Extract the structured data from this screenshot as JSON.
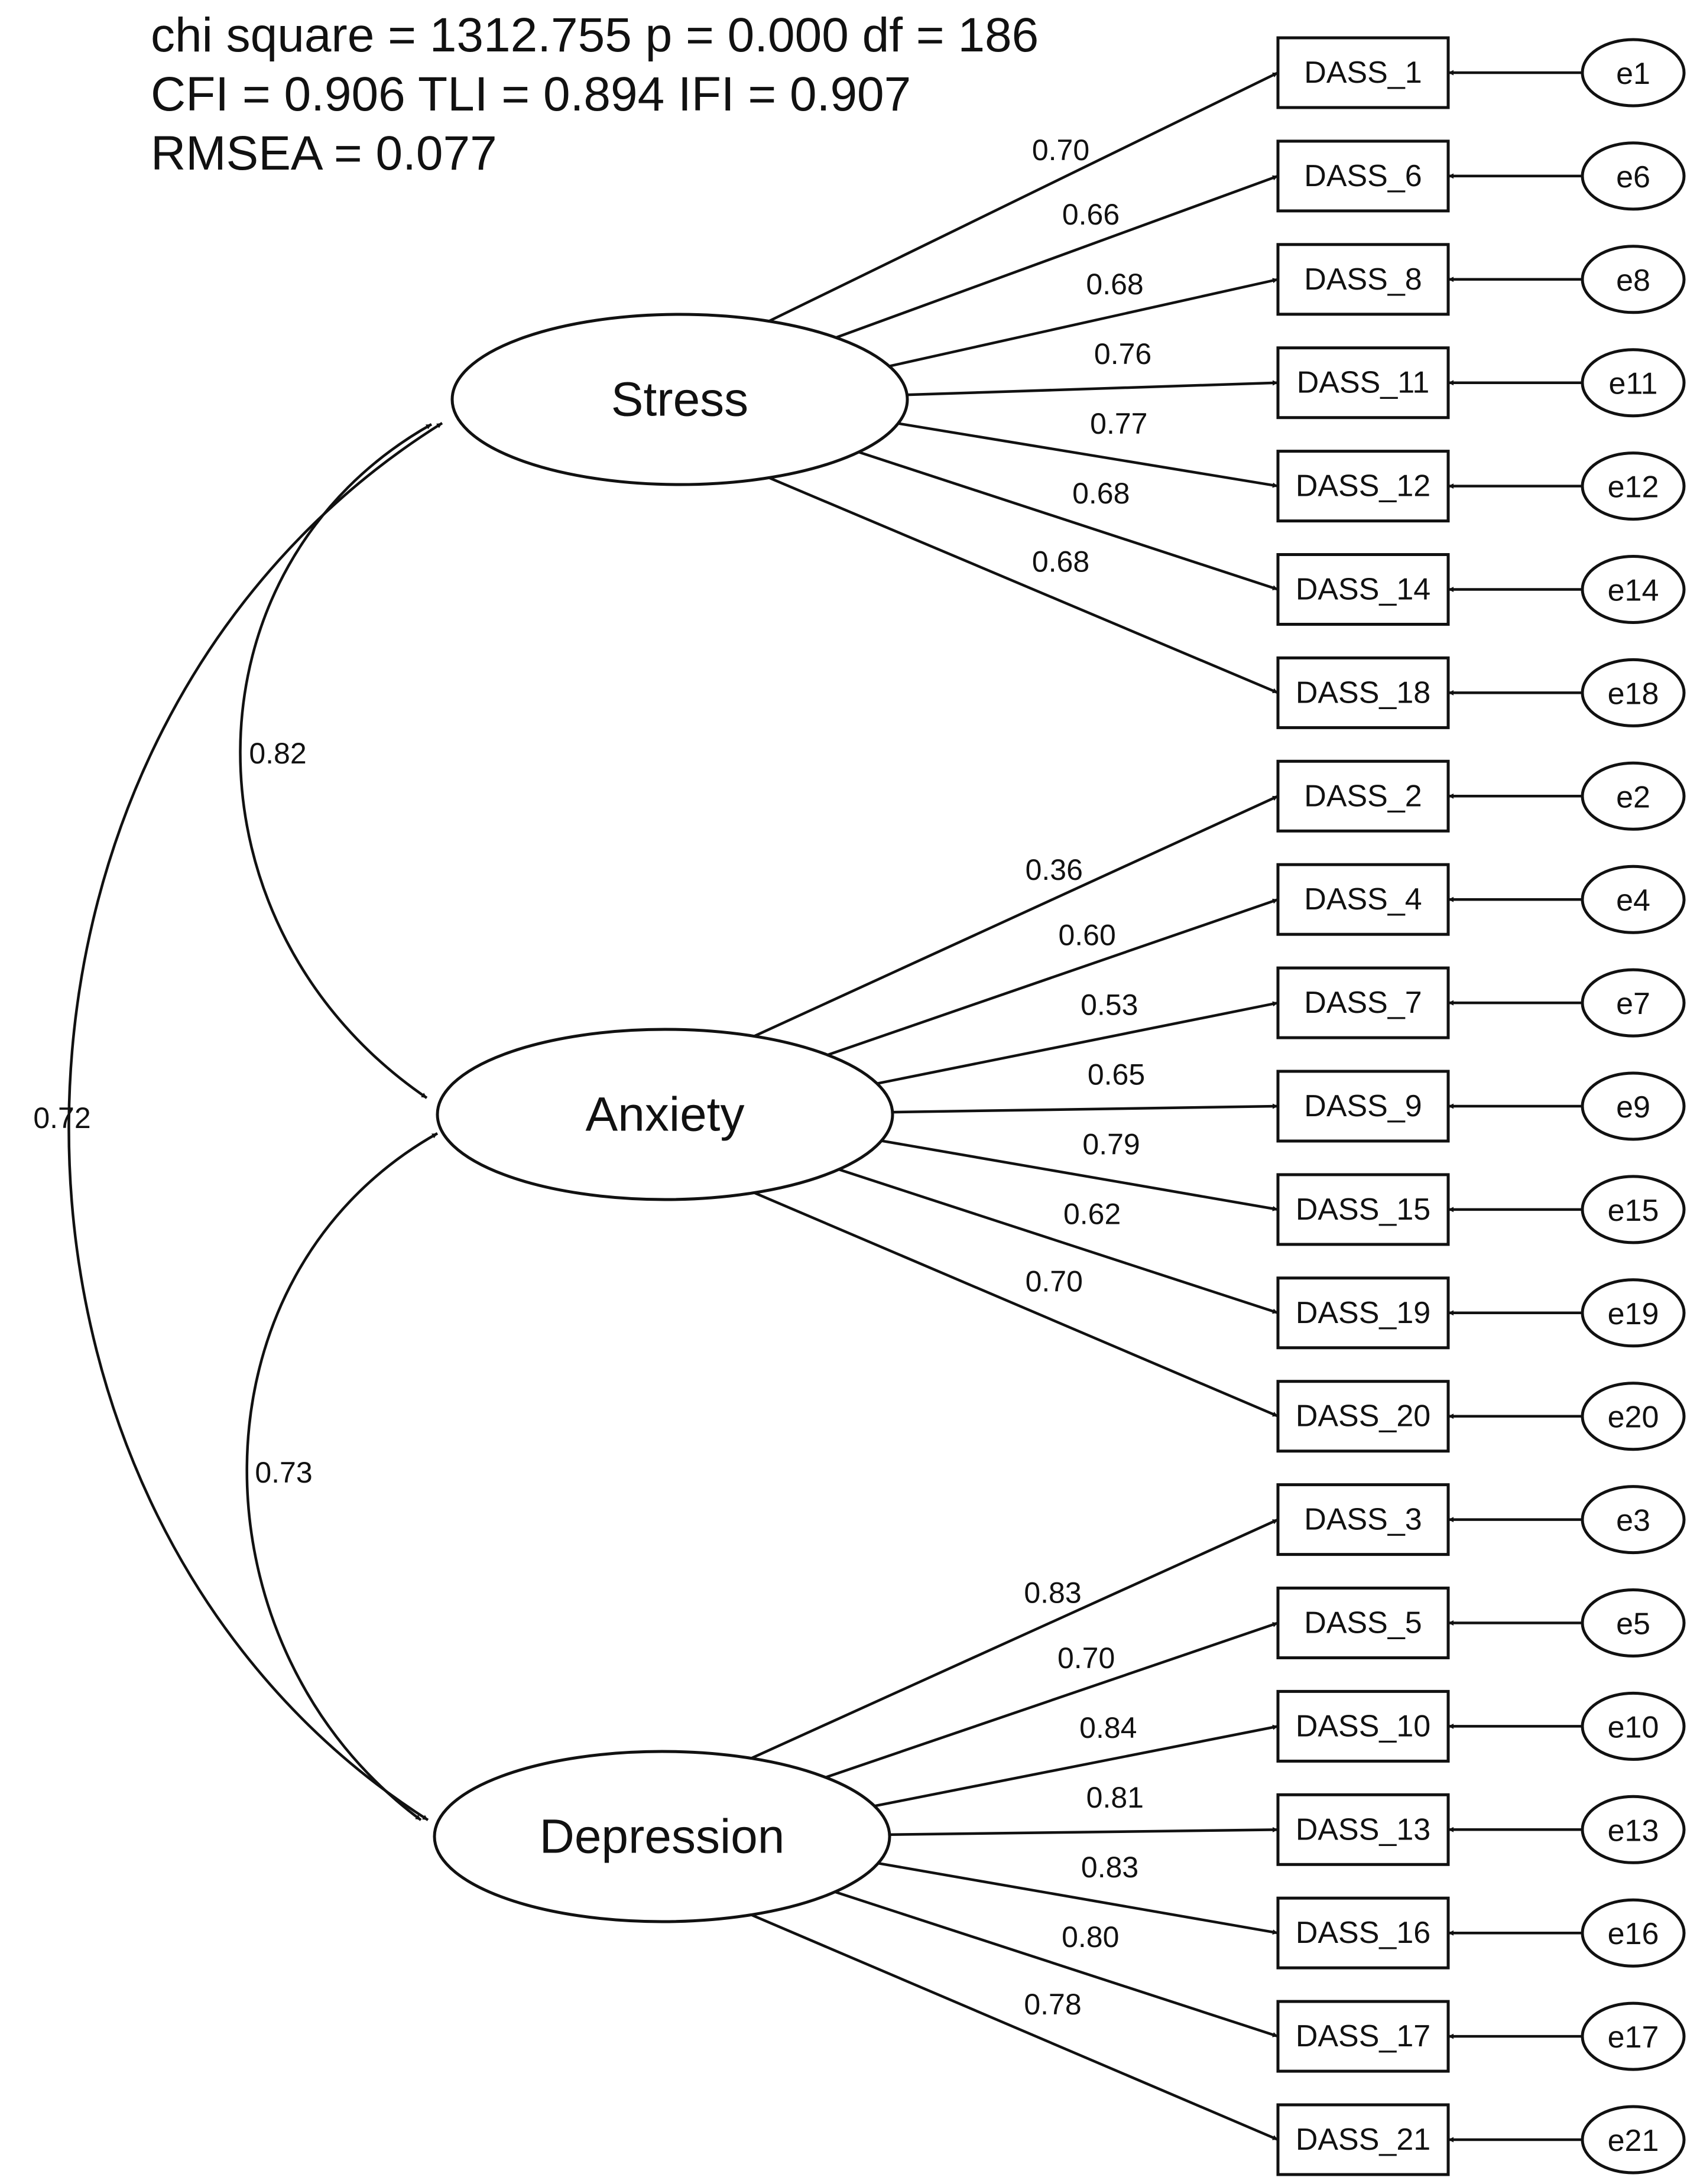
{
  "fit_statistics": [
    "chi square = 1312.755  p = 0.000  df = 186",
    "CFI = 0.906  TLI = 0.894 IFI = 0.907",
    "RMSEA = 0.077"
  ],
  "factors": [
    {
      "id": "stress",
      "label": "Stress",
      "indicators": [
        {
          "label": "DASS_1",
          "error": "e1",
          "loading": "0.70"
        },
        {
          "label": "DASS_6",
          "error": "e6",
          "loading": "0.66"
        },
        {
          "label": "DASS_8",
          "error": "e8",
          "loading": "0.68"
        },
        {
          "label": "DASS_11",
          "error": "e11",
          "loading": "0.76"
        },
        {
          "label": "DASS_12",
          "error": "e12",
          "loading": "0.77"
        },
        {
          "label": "DASS_14",
          "error": "e14",
          "loading": "0.68"
        },
        {
          "label": "DASS_18",
          "error": "e18",
          "loading": "0.68"
        }
      ]
    },
    {
      "id": "anxiety",
      "label": "Anxiety",
      "indicators": [
        {
          "label": "DASS_2",
          "error": "e2",
          "loading": "0.36"
        },
        {
          "label": "DASS_4",
          "error": "e4",
          "loading": "0.60"
        },
        {
          "label": "DASS_7",
          "error": "e7",
          "loading": "0.53"
        },
        {
          "label": "DASS_9",
          "error": "e9",
          "loading": "0.65"
        },
        {
          "label": "DASS_15",
          "error": "e15",
          "loading": "0.79"
        },
        {
          "label": "DASS_19",
          "error": "e19",
          "loading": "0.62"
        },
        {
          "label": "DASS_20",
          "error": "e20",
          "loading": "0.70"
        }
      ]
    },
    {
      "id": "depression",
      "label": "Depression",
      "indicators": [
        {
          "label": "DASS_3",
          "error": "e3",
          "loading": "0.83"
        },
        {
          "label": "DASS_5",
          "error": "e5",
          "loading": "0.70"
        },
        {
          "label": "DASS_10",
          "error": "e10",
          "loading": "0.84"
        },
        {
          "label": "DASS_13",
          "error": "e13",
          "loading": "0.81"
        },
        {
          "label": "DASS_16",
          "error": "e16",
          "loading": "0.83"
        },
        {
          "label": "DASS_17",
          "error": "e17",
          "loading": "0.80"
        },
        {
          "label": "DASS_21",
          "error": "e21",
          "loading": "0.78"
        }
      ]
    }
  ],
  "correlations": [
    {
      "from": "stress",
      "to": "anxiety",
      "value": "0.82"
    },
    {
      "from": "anxiety",
      "to": "depression",
      "value": "0.73"
    },
    {
      "from": "stress",
      "to": "depression",
      "value": "0.72"
    }
  ]
}
